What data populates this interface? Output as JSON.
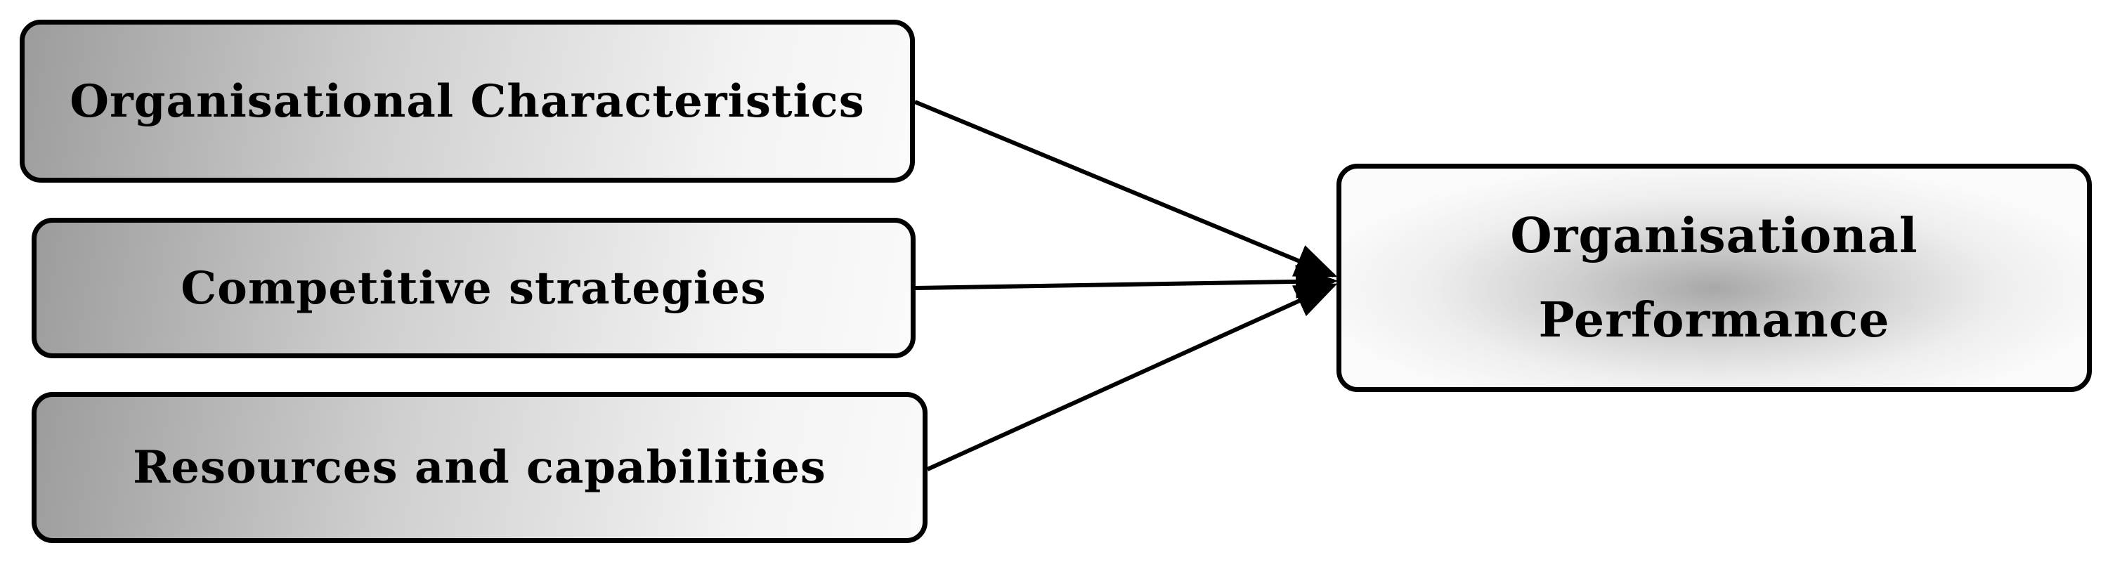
{
  "diagram": {
    "inputs": [
      {
        "label": "Organisational Characteristics"
      },
      {
        "label": "Competitive strategies"
      },
      {
        "label": "Resources and capabilities"
      }
    ],
    "output": {
      "line1": "Organisational",
      "line2": "Performance"
    },
    "colors": {
      "border": "#000000",
      "gradient_dark": "#9c9c9c",
      "gradient_light": "#fafafa"
    }
  }
}
